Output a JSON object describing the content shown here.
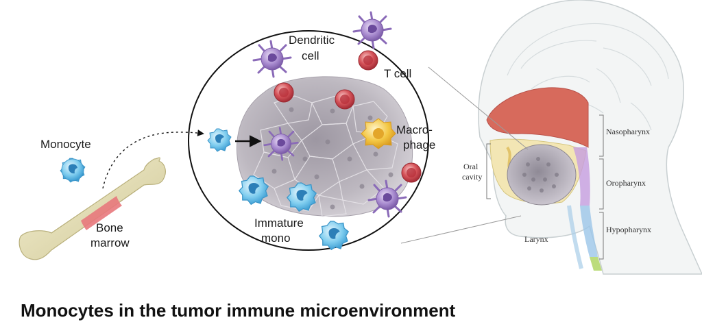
{
  "caption": "Monocytes in the tumor immune microenvironment",
  "labels": {
    "monocyte": "Monocyte",
    "bone": "Bone",
    "marrow": "marrow",
    "dendritic": "Dendritic",
    "cell": "cell",
    "tcell": "T cell",
    "macro": "Macro-",
    "phage": "phage",
    "immature": "Immature",
    "mono": "mono",
    "oral": "Oral",
    "cavity": "cavity",
    "larynx": "Larynx",
    "nasopharynx": "Nasopharynx",
    "oropharynx": "Oropharynx",
    "hypopharynx": "Hypopharynx"
  },
  "colors": {
    "monocyte": "#6ec3ea",
    "dendritic": "#a888cc",
    "tcell": "#d9545a",
    "macrophage": "#f3c744",
    "tumor": "#b8b3bb",
    "bone": "#e8e2b6",
    "marrow": "#e8787c",
    "nasal": "#d76a5c"
  }
}
